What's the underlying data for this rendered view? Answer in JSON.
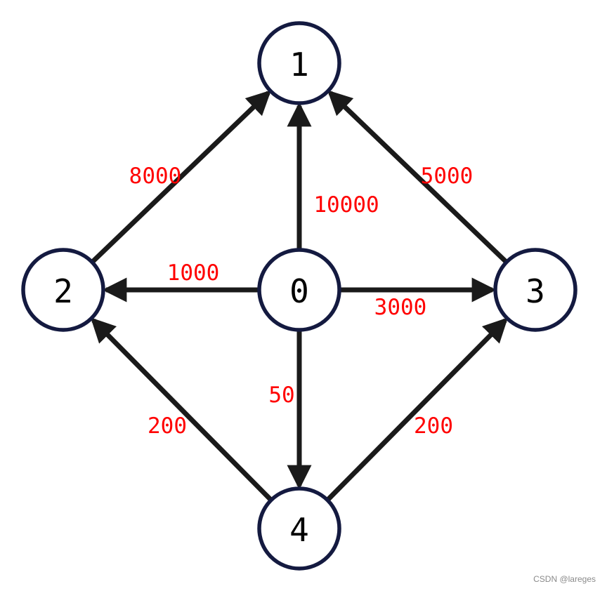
{
  "graph": {
    "node_stroke_color": "#141a40",
    "edge_color": "#1a1a1a",
    "weight_color": "#ff0000",
    "directed": true,
    "nodes": [
      {
        "id": "0",
        "label": "0"
      },
      {
        "id": "1",
        "label": "1"
      },
      {
        "id": "2",
        "label": "2"
      },
      {
        "id": "3",
        "label": "3"
      },
      {
        "id": "4",
        "label": "4"
      }
    ],
    "edges": [
      {
        "from": "0",
        "to": "1",
        "weight": "10000"
      },
      {
        "from": "0",
        "to": "2",
        "weight": "1000"
      },
      {
        "from": "0",
        "to": "3",
        "weight": "3000"
      },
      {
        "from": "0",
        "to": "4",
        "weight": "50"
      },
      {
        "from": "2",
        "to": "1",
        "weight": "8000"
      },
      {
        "from": "3",
        "to": "1",
        "weight": "5000"
      },
      {
        "from": "4",
        "to": "2",
        "weight": "200"
      },
      {
        "from": "4",
        "to": "3",
        "weight": "200"
      }
    ]
  },
  "watermark": "CSDN @lareges"
}
